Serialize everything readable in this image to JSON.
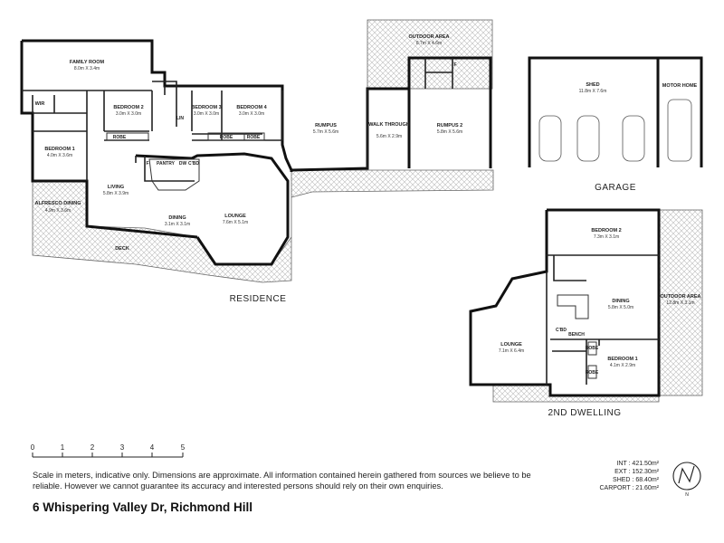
{
  "residence": {
    "section_label": "RESIDENCE",
    "rooms": [
      {
        "id": "family-room",
        "name": "FAMILY ROOM",
        "dims": "8.0m X 3.4m"
      },
      {
        "id": "wir",
        "name": "WIR",
        "dims": ""
      },
      {
        "id": "bedroom-1",
        "name": "BEDROOM 1",
        "dims": "4.0m X 3.6m"
      },
      {
        "id": "bedroom-2",
        "name": "BEDROOM 2",
        "dims": "3.0m X 3.0m"
      },
      {
        "id": "bedroom-3",
        "name": "BEDROOM 3",
        "dims": "3.0m X 3.0m"
      },
      {
        "id": "bedroom-4",
        "name": "BEDROOM 4",
        "dims": "3.0m X 3.0m"
      },
      {
        "id": "rumpus",
        "name": "RUMPUS",
        "dims": "5.7m X 5.6m"
      },
      {
        "id": "walk-through",
        "name": "WALK THROUGH",
        "dims": "5.6m X 2.9m"
      },
      {
        "id": "rumpus-2",
        "name": "RUMPUS 2",
        "dims": "5.8m X 5.6m"
      },
      {
        "id": "outdoor-area",
        "name": "OUTDOOR AREA",
        "dims": "8.7m X 4.6m"
      },
      {
        "id": "living",
        "name": "LIVING",
        "dims": "5.8m X 3.9m"
      },
      {
        "id": "alfresco-dining",
        "name": "ALFRESCO DINING",
        "dims": "4.9m X 3.6m"
      },
      {
        "id": "dining",
        "name": "DINING",
        "dims": "3.1m X 3.1m"
      },
      {
        "id": "lounge",
        "name": "LOUNGE",
        "dims": "7.6m X 5.1m"
      },
      {
        "id": "deck",
        "name": "DECK",
        "dims": ""
      }
    ],
    "fixtures": {
      "robe": "ROBE",
      "pantry": "PANTRY",
      "dw": "DW",
      "cbd": "C'BD",
      "fridge": "F",
      "lin": "LIN",
      "dots": "..."
    }
  },
  "garage": {
    "section_label": "GARAGE",
    "rooms": [
      {
        "id": "shed",
        "name": "SHED",
        "dims": "11.8m X 7.6m"
      },
      {
        "id": "motor-home",
        "name": "MOTOR HOME",
        "dims": ""
      }
    ]
  },
  "second_dwelling": {
    "section_label": "2ND DWELLING",
    "rooms": [
      {
        "id": "d2-bedroom-2",
        "name": "BEDROOM 2",
        "dims": "7.3m X 3.1m"
      },
      {
        "id": "d2-dining",
        "name": "DINING",
        "dims": "5.8m X 5.0m"
      },
      {
        "id": "d2-outdoor-area",
        "name": "OUTDOOR AREA",
        "dims": "12.8m X 3.1m"
      },
      {
        "id": "d2-lounge",
        "name": "LOUNGE",
        "dims": "7.1m X 6.4m"
      },
      {
        "id": "d2-bedroom-1",
        "name": "BEDROOM 1",
        "dims": "4.1m X 2.9m"
      }
    ],
    "fixtures": {
      "cbd": "C'BD",
      "bench": "BENCH",
      "robe": "ROBE"
    }
  },
  "scale": {
    "ticks": [
      "0",
      "1",
      "2",
      "3",
      "4",
      "5"
    ]
  },
  "areas": {
    "int": "INT : 421.50m²",
    "ext": "EXT : 152.30m²",
    "shed": "SHED : 68.40m²",
    "carport": "CARPORT : 21.60m²"
  },
  "compass_glyph": "N",
  "disclaimer": "Scale in meters, indicative only. Dimensions are approximate. All information contained herein gathered from sources we believe to be reliable. However we cannot guarantee its accuracy and interested persons should rely on their own enquiries.",
  "address": "6 Whispering Valley Dr, Richmond Hill"
}
